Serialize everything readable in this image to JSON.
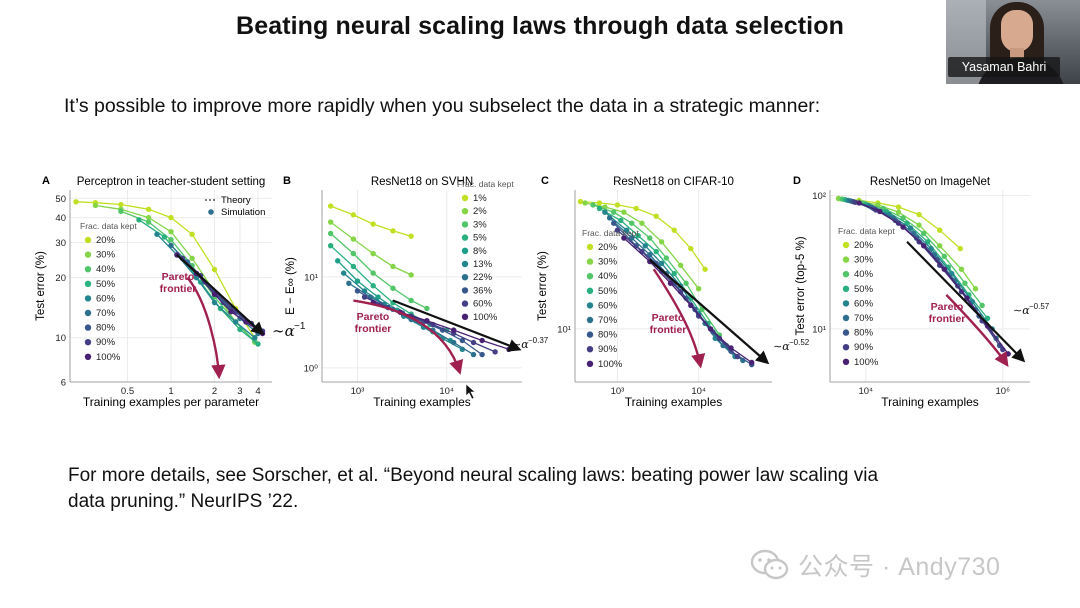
{
  "slide": {
    "title": "Beating neural scaling laws through data selection",
    "subtitle": "It’s possible to improve more rapidly when you subselect the data in a strategic manner:",
    "reference_line1": "For more details, see Sorscher, et al. “Beyond neural scaling laws: beating power law scaling via",
    "reference_line2": "data pruning.” NeurIPS ’22."
  },
  "webcam": {
    "name": "Yasaman Bahri"
  },
  "watermark": {
    "text": "公众号 · Andy730",
    "icon": "wechat-icon"
  },
  "colors": {
    "viridis": [
      "#c2df23",
      "#86d549",
      "#52c569",
      "#2ab07f",
      "#1f9e89",
      "#25858e",
      "#2d708e",
      "#38588c",
      "#433e85",
      "#482173"
    ],
    "pareto": "#a0204f",
    "frontier_arrow": "#111111"
  },
  "chart_data": [
    {
      "panel": "A",
      "type": "line",
      "title": "Perceptron in teacher-student setting",
      "xlabel": "Training examples per parameter",
      "ylabel": "Test error (%)",
      "xscale": "log",
      "yscale": "log",
      "xlim": [
        0.2,
        5
      ],
      "ylim": [
        6,
        55
      ],
      "xticks": [
        0.5,
        1,
        2,
        3,
        4
      ],
      "xtick_labels": [
        "0.5",
        "1",
        "2",
        "3",
        "4"
      ],
      "yticks": [
        6,
        10,
        20,
        30,
        40,
        50
      ],
      "ytick_labels": [
        "6",
        "10",
        "20",
        "30",
        "40",
        "50"
      ],
      "legend_extra": [
        "Theory",
        "Simulation"
      ],
      "legend_title": "Frac. data kept",
      "legend": [
        "20%",
        "30%",
        "40%",
        "50%",
        "60%",
        "70%",
        "80%",
        "90%",
        "100%"
      ],
      "annotations": {
        "pareto": "Pareto\nfrontier",
        "power": "∼α",
        "power_exp": "−1"
      },
      "power_law": {
        "slope": -1,
        "from": [
          1.1,
          26
        ],
        "to": [
          4.3,
          10.5
        ]
      },
      "pareto_curve": [
        [
          1.3,
          20
        ],
        [
          1.8,
          15
        ],
        [
          2.1,
          8.5
        ],
        [
          2.15,
          6.4
        ]
      ],
      "series": [
        {
          "x": [
            0.22,
            0.3,
            0.45,
            0.7,
            1.0,
            1.4,
            2.0,
            2.8,
            3.8
          ],
          "y": [
            48,
            47.5,
            46.5,
            44,
            40,
            33,
            22,
            14,
            10
          ]
        },
        {
          "x": [
            0.3,
            0.45,
            0.7,
            1.0,
            1.4,
            2.0,
            2.8,
            3.8
          ],
          "y": [
            46,
            44,
            40,
            34,
            25,
            17,
            12,
            9.5
          ]
        },
        {
          "x": [
            0.45,
            0.7,
            1.0,
            1.4,
            2.0,
            2.8,
            3.8
          ],
          "y": [
            43,
            38,
            31,
            23,
            16,
            12,
            9.6
          ]
        },
        {
          "x": [
            0.6,
            0.9,
            1.2,
            1.6,
            2.2,
            3.0,
            4.0
          ],
          "y": [
            39,
            32,
            25,
            19,
            14,
            11,
            9.3
          ]
        },
        {
          "x": [
            0.8,
            1.1,
            1.5,
            2.0,
            2.8,
            3.8
          ],
          "y": [
            33,
            26,
            20,
            15,
            12,
            10
          ]
        },
        {
          "x": [
            1.0,
            1.3,
            1.7,
            2.3,
            3.0,
            4.0
          ],
          "y": [
            29,
            24,
            19,
            15,
            12.5,
            10.5
          ]
        },
        {
          "x": [
            1.1,
            1.5,
            2.0,
            2.6,
            3.4,
            4.2
          ],
          "y": [
            26,
            21,
            17,
            14,
            12,
            10.8
          ]
        },
        {
          "x": [
            1.2,
            1.6,
            2.1,
            2.8,
            3.6,
            4.3
          ],
          "y": [
            25,
            20.5,
            16.5,
            13.5,
            11.8,
            10.8
          ]
        },
        {
          "x": [
            1.1,
            1.5,
            2.0,
            2.6,
            3.3,
            4.3
          ],
          "y": [
            26,
            21,
            16.5,
            13.5,
            12,
            10.5
          ]
        }
      ]
    },
    {
      "panel": "B",
      "type": "line",
      "title": "ResNet18 on SVHN",
      "xlabel": "Training examples",
      "ylabel": "E − E∞ (%)",
      "xscale": "log",
      "yscale": "log",
      "xlim": [
        400,
        70000
      ],
      "ylim": [
        0.7,
        90
      ],
      "xticks": [
        1000,
        10000
      ],
      "xtick_labels": [
        "10³",
        "10⁴"
      ],
      "yticks": [
        1,
        10
      ],
      "ytick_labels": [
        "10⁰",
        "10¹"
      ],
      "legend_title": "Frac. data kept",
      "legend": [
        "1%",
        "2%",
        "3%",
        "5%",
        "8%",
        "13%",
        "22%",
        "36%",
        "60%",
        "100%"
      ],
      "annotations": {
        "pareto": "Pareto\nfrontier",
        "power": "∼α",
        "power_exp": "−0.37"
      },
      "power_law": {
        "slope": -0.37,
        "from": [
          2500,
          5.5
        ],
        "to": [
          65000,
          1.6
        ]
      },
      "pareto_curve": [
        [
          900,
          5.5
        ],
        [
          3500,
          4.5
        ],
        [
          10000,
          2.6
        ],
        [
          14000,
          0.9
        ]
      ],
      "series": [
        {
          "x": [
            500,
            900,
            1500,
            2500,
            4000
          ],
          "y": [
            60,
            48,
            38,
            32,
            28
          ]
        },
        {
          "x": [
            500,
            900,
            1500,
            2500,
            4000
          ],
          "y": [
            40,
            26,
            18,
            13,
            10.5
          ]
        },
        {
          "x": [
            500,
            900,
            1500,
            2500,
            4000,
            6000
          ],
          "y": [
            30,
            18,
            11,
            7.5,
            5.5,
            4.5
          ]
        },
        {
          "x": [
            500,
            900,
            1500,
            2500,
            4000,
            6500,
            10000
          ],
          "y": [
            22,
            13,
            8,
            5.2,
            3.9,
            3.0,
            2.6
          ]
        },
        {
          "x": [
            600,
            1000,
            1700,
            2800,
            4500,
            7000,
            11000
          ],
          "y": [
            15,
            9,
            6,
            4.3,
            3.3,
            2.5,
            2.0
          ]
        },
        {
          "x": [
            700,
            1200,
            2000,
            3300,
            5500,
            9000,
            15000
          ],
          "y": [
            11,
            7,
            5,
            3.7,
            2.8,
            2.1,
            1.6
          ]
        },
        {
          "x": [
            800,
            1400,
            2500,
            4000,
            7000,
            12000,
            20000
          ],
          "y": [
            8.5,
            6,
            4.4,
            3.4,
            2.6,
            1.9,
            1.4
          ]
        },
        {
          "x": [
            1000,
            1800,
            3200,
            5500,
            9000,
            15000,
            25000
          ],
          "y": [
            7,
            5,
            4,
            3.2,
            2.6,
            2.0,
            1.4
          ]
        },
        {
          "x": [
            1200,
            2200,
            4000,
            7000,
            12000,
            20000,
            35000
          ],
          "y": [
            6,
            4.6,
            3.7,
            3.0,
            2.4,
            1.9,
            1.5
          ]
        },
        {
          "x": [
            1500,
            3000,
            6000,
            12000,
            25000,
            50000
          ],
          "y": [
            5.2,
            4.1,
            3.3,
            2.6,
            2.0,
            1.6
          ]
        }
      ]
    },
    {
      "panel": "C",
      "type": "line",
      "title": "ResNet18 on CIFAR-10",
      "xlabel": "Training examples",
      "ylabel": "Test error (%)",
      "xscale": "log",
      "yscale": "log",
      "xlim": [
        300,
        80000
      ],
      "ylim": [
        4,
        110
      ],
      "xticks": [
        1000,
        10000
      ],
      "xtick_labels": [
        "10³",
        "10⁴"
      ],
      "yticks": [
        10
      ],
      "ytick_labels": [
        "10¹"
      ],
      "legend_title": "Frac. data kept",
      "legend": [
        "20%",
        "30%",
        "40%",
        "50%",
        "60%",
        "70%",
        "80%",
        "90%",
        "100%"
      ],
      "annotations": {
        "pareto": "Pareto\nfrontier",
        "power": "∼α",
        "power_exp": "−0.52"
      },
      "power_law": {
        "slope": -0.52,
        "from": [
          2500,
          33
        ],
        "to": [
          70000,
          5.6
        ]
      },
      "pareto_curve": [
        [
          2800,
          28
        ],
        [
          6000,
          14
        ],
        [
          9000,
          8.5
        ],
        [
          10500,
          5.3
        ]
      ],
      "series": [
        {
          "x": [
            350,
            600,
            1000,
            1700,
            3000,
            5000,
            8000,
            12000
          ],
          "y": [
            90,
            88,
            85,
            80,
            70,
            55,
            40,
            28
          ]
        },
        {
          "x": [
            400,
            700,
            1200,
            2000,
            3500,
            6000,
            10000
          ],
          "y": [
            88,
            82,
            75,
            62,
            45,
            30,
            20
          ]
        },
        {
          "x": [
            500,
            900,
            1500,
            2500,
            4000,
            7000,
            11000,
            18000
          ],
          "y": [
            85,
            75,
            62,
            48,
            34,
            22,
            14,
            9
          ]
        },
        {
          "x": [
            600,
            1100,
            1800,
            3000,
            5000,
            8000,
            13000,
            22000
          ],
          "y": [
            80,
            65,
            50,
            38,
            26,
            17,
            11,
            7.5
          ]
        },
        {
          "x": [
            700,
            1300,
            2200,
            3500,
            6000,
            10000,
            16000,
            28000
          ],
          "y": [
            75,
            55,
            42,
            31,
            21,
            13,
            8.5,
            6.2
          ]
        },
        {
          "x": [
            800,
            1500,
            2500,
            4000,
            7000,
            12000,
            20000,
            35000
          ],
          "y": [
            68,
            48,
            36,
            26,
            17,
            11,
            7.5,
            5.8
          ]
        },
        {
          "x": [
            900,
            1700,
            3000,
            5000,
            9000,
            15000,
            25000,
            45000
          ],
          "y": [
            62,
            42,
            31,
            22,
            14,
            9.5,
            6.8,
            5.4
          ]
        },
        {
          "x": [
            1000,
            2000,
            3500,
            6000,
            10000,
            18000,
            30000
          ],
          "y": [
            55,
            38,
            27,
            19,
            12.5,
            8.5,
            6.2
          ]
        },
        {
          "x": [
            1200,
            2500,
            4500,
            8000,
            14000,
            25000,
            45000
          ],
          "y": [
            48,
            32,
            22,
            15,
            10,
            7.2,
            5.6
          ]
        }
      ]
    },
    {
      "panel": "D",
      "type": "line",
      "title": "ResNet50 on ImageNet",
      "xlabel": "Training examples",
      "ylabel": "Test error (top-5 %)",
      "xscale": "log",
      "yscale": "log",
      "xlim": [
        3000,
        2500000
      ],
      "ylim": [
        4,
        110
      ],
      "xticks": [
        10000,
        1000000
      ],
      "xtick_labels": [
        "10⁴",
        "10⁶"
      ],
      "yticks": [
        10,
        100
      ],
      "ytick_labels": [
        "10¹",
        "10²"
      ],
      "legend_title": "Frac. data kept",
      "legend": [
        "20%",
        "30%",
        "40%",
        "50%",
        "60%",
        "70%",
        "80%",
        "90%",
        "100%"
      ],
      "annotations": {
        "pareto": "Pareto\nfrontier",
        "power": "∼α",
        "power_exp": "−0.57"
      },
      "power_law": {
        "slope": -0.57,
        "from": [
          40000,
          45
        ],
        "to": [
          2000000,
          5.8
        ]
      },
      "pareto_curve": [
        [
          150000,
          18
        ],
        [
          500000,
          9.5
        ],
        [
          900000,
          6.5
        ],
        [
          1150000,
          5.4
        ]
      ],
      "series": [
        {
          "x": [
            4000,
            8000,
            15000,
            30000,
            60000,
            120000,
            240000
          ],
          "y": [
            95,
            92,
            88,
            82,
            72,
            55,
            40
          ]
        },
        {
          "x": [
            4000,
            8000,
            15000,
            30000,
            60000,
            120000,
            250000,
            400000
          ],
          "y": [
            95,
            90,
            85,
            75,
            60,
            42,
            28,
            20
          ]
        },
        {
          "x": [
            4500,
            9000,
            18000,
            35000,
            70000,
            140000,
            280000,
            500000
          ],
          "y": [
            94,
            88,
            80,
            68,
            52,
            35,
            22,
            15
          ]
        },
        {
          "x": [
            5000,
            10000,
            20000,
            40000,
            80000,
            160000,
            320000,
            600000
          ],
          "y": [
            93,
            86,
            76,
            62,
            45,
            29,
            18,
            12
          ]
        },
        {
          "x": [
            5500,
            11000,
            22000,
            45000,
            90000,
            180000,
            360000,
            700000
          ],
          "y": [
            92,
            84,
            72,
            57,
            40,
            26,
            16,
            10
          ]
        },
        {
          "x": [
            6000,
            12000,
            25000,
            50000,
            100000,
            200000,
            400000,
            800000
          ],
          "y": [
            91,
            82,
            68,
            52,
            36,
            23,
            14,
            8.5
          ]
        },
        {
          "x": [
            6500,
            13000,
            27000,
            55000,
            110000,
            220000,
            450000,
            900000
          ],
          "y": [
            90,
            80,
            65,
            48,
            33,
            21,
            12.5,
            7.5
          ]
        },
        {
          "x": [
            7000,
            14000,
            30000,
            60000,
            120000,
            250000,
            500000,
            1000000
          ],
          "y": [
            89,
            78,
            62,
            45,
            30,
            19,
            11.5,
            7
          ]
        },
        {
          "x": [
            8000,
            16000,
            35000,
            70000,
            140000,
            300000,
            600000,
            1200000
          ],
          "y": [
            88,
            76,
            58,
            42,
            28,
            17,
            10.5,
            6.5
          ]
        }
      ]
    }
  ]
}
